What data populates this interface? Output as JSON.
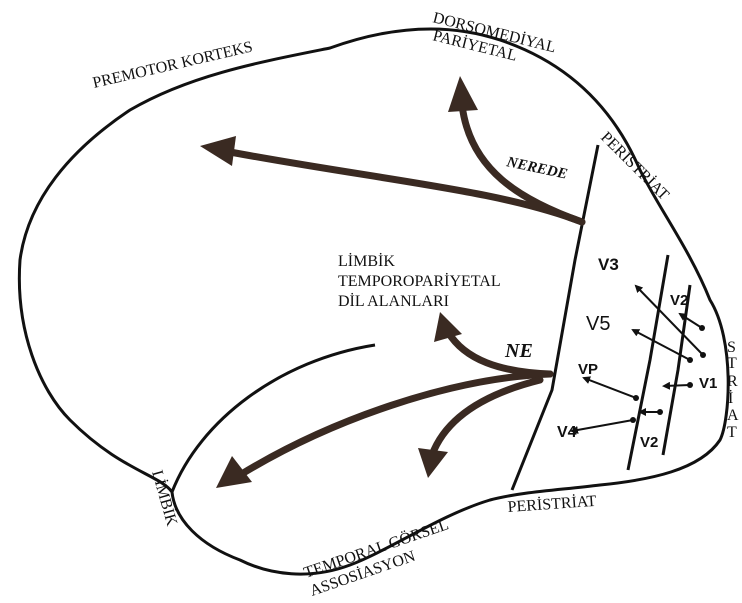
{
  "regions": {
    "premotor": "PREMOTOR KORTEKS",
    "dorsomedial_line1": "DORSOMEDİYAL",
    "dorsomedial_line2": "PARİYETAL",
    "peristriate_top": "PERİSTRİAT",
    "peristriate_bottom": "PERİSTRİAT",
    "limbic_target_line1": "LİMBİK",
    "limbic_target_line2": "TEMPOROPARİYETAL",
    "limbic_target_line3": "DİL ALANLARI",
    "limbic_bottom": "LİMBİK",
    "temporal_line1": "TEMPORAL GÖRSEL",
    "temporal_line2": "ASSOSİASYON",
    "striate": [
      "S",
      "T",
      "R",
      "İ",
      "A",
      "T"
    ]
  },
  "streams": {
    "where": "NEREDE",
    "what": "NE"
  },
  "areas": {
    "v1": "V1",
    "v2_top": "V2",
    "v2_bottom": "V2",
    "v3": "V3",
    "v5": "V5",
    "vp": "VP",
    "v4": "V4"
  },
  "colors": {
    "ink": "#111111",
    "arrow": "#3a2a22"
  }
}
